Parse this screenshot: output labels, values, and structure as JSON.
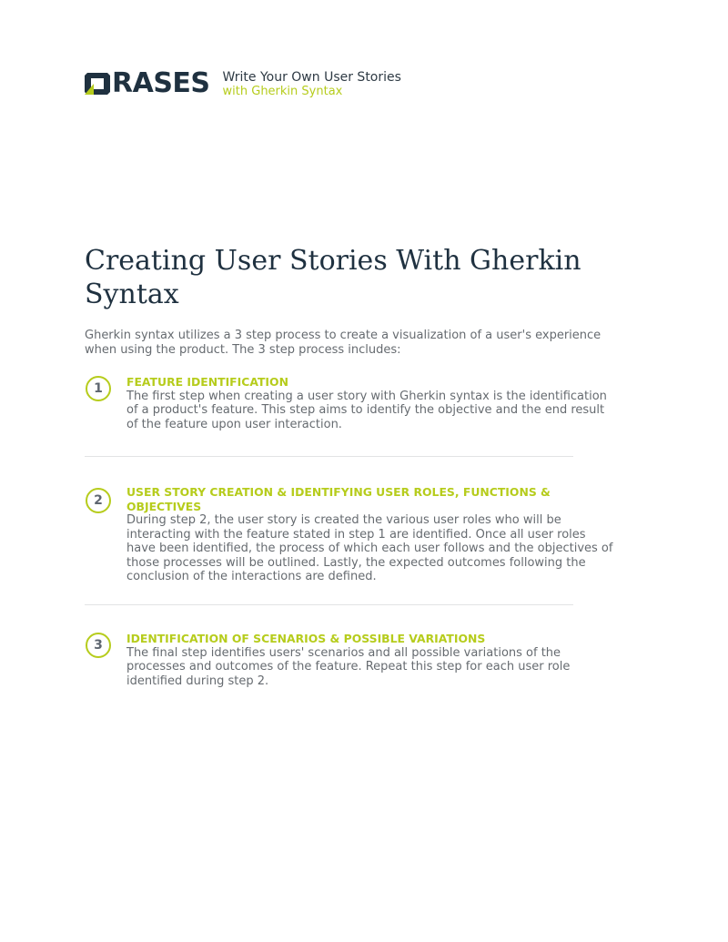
{
  "header": {
    "logo_text": "RASES",
    "tagline_line1": "Write Your Own User Stories",
    "tagline_line2": "with Gherkin Syntax"
  },
  "title": "Creating User Stories With Gherkin Syntax",
  "intro": "Gherkin syntax utilizes a 3 step process to create a visualization of a user's experience when using the product. The 3 step process includes:",
  "steps": [
    {
      "number": "1",
      "heading": "FEATURE IDENTIFICATION",
      "text": "The first step when creating a user story with Gherkin syntax is the identification of a product's feature. This step aims to identify the objective and the end result of the feature upon user interaction."
    },
    {
      "number": "2",
      "heading": "USER STORY CREATION & IDENTIFYING USER ROLES, FUNCTIONS & OBJECTIVES",
      "text": "During step 2, the user story is created the various user roles who will be interacting with the feature stated in step 1 are identified. Once all user roles have been identified, the process of which each user follows and the objectives of those processes will be outlined. Lastly, the expected outcomes following the conclusion of the interactions are defined."
    },
    {
      "number": "3",
      "heading": "IDENTIFICATION OF SCENARIOS & POSSIBLE VARIATIONS",
      "text": "The final step identifies users' scenarios and all possible variations of the processes and outcomes of the feature. Repeat this step for each user role identified during step 2."
    }
  ],
  "colors": {
    "accent": "#b6cc1c",
    "navy": "#1f3140",
    "body_text": "#666b70",
    "divider": "#e2e3e4"
  }
}
